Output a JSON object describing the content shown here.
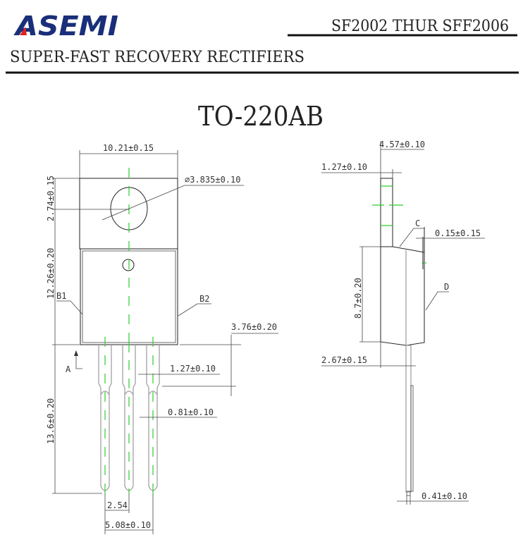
{
  "header": {
    "logo": "ASEMI",
    "part_range": "SF2002 THUR SFF2006",
    "subtitle": "SUPER-FAST RECOVERY RECTIFIERS"
  },
  "drawing": {
    "package": "TO-220AB",
    "front_view": {
      "width": "10.21±0.15",
      "hole_diameter": "⌀3.835±0.10",
      "hole_offset": "2.74±0.15",
      "body_height": "12.26±0.20",
      "lead_length": "13.6±0.20",
      "standoff": "3.76±0.20",
      "lead_width_upper": "1.27±0.10",
      "lead_width": "0.81±0.10",
      "pitch": "2.54",
      "pitch_total": "5.08±0.10",
      "label_b1": "B1",
      "label_b2": "B2",
      "label_a": "A"
    },
    "side_view": {
      "thickness": "4.57±0.10",
      "tab_thickness": "1.27±0.10",
      "tolerance_c": "0.15±0.15",
      "body_height": "8.7±0.20",
      "lead_offset": "2.67±0.15",
      "lead_thickness": "0.41±0.10",
      "label_c": "C",
      "label_d": "D"
    }
  },
  "colors": {
    "logo": "#1a2f7a",
    "logo_accent": "#e02020",
    "centerline": "#2ecc2e"
  }
}
